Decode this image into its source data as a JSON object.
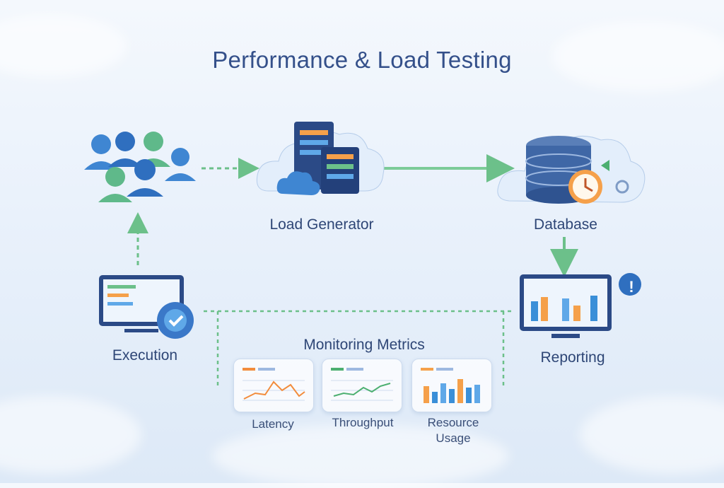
{
  "title": "Performance & Load Testing",
  "nodes": {
    "load_generator": "Load Generator",
    "database": "Database",
    "execution": "Execution",
    "reporting": "Reporting"
  },
  "monitoring": {
    "heading": "Monitoring Metrics",
    "metrics": [
      {
        "label": "Latency",
        "color": "#f28c3c"
      },
      {
        "label": "Throughput",
        "color": "#4caf70"
      },
      {
        "label": "Resource",
        "label2": "Usage",
        "color": "#3a8fd8"
      }
    ]
  },
  "colors": {
    "arrow": "#6cc08a",
    "title": "#34508a",
    "accent_blue": "#3a8fd8",
    "accent_orange": "#f5a04a"
  }
}
